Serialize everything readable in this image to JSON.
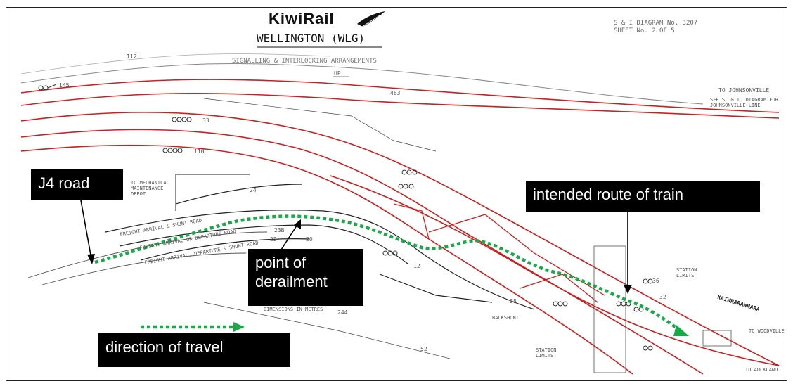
{
  "header": {
    "brand": "KiwiRail",
    "station": "WELLINGTON (WLG)",
    "subtitle": "SIGNALLING & INTERLOCKING ARRANGEMENTS",
    "sheet_line1": "S & I DIAGRAM No. 3207",
    "sheet_line2": "SHEET No. 2 OF 5"
  },
  "annotations": {
    "j4_road": "J4 road",
    "intended_route": "intended route of train",
    "point_of_derailment": "point of derailment",
    "direction_of_travel": "direction of travel"
  },
  "diagram_text": {
    "up": "UP",
    "to_johnsonville": "TO JOHNSONVILLE",
    "see_diagram": "SEE S. & I. DIAGRAM FOR JOHNSONVILLE LINE",
    "to_mechanical": "TO MECHANICAL MAINTENANCE DEPOT",
    "freight_shunt": "FREIGHT ARRIVAL & SHUNT ROAD",
    "freight_departure": "FREIGHT ARRIVAL OR DEPARTURE ROAD",
    "freight_departure_shunt": "FREIGHT ARRIVAL, DEPARTURE & SHUNT ROAD",
    "dimensions": "DIMENSIONS IN METRES",
    "backshunt": "BACKSHUNT",
    "station_limits": "STATION LIMITS",
    "kaiwharawhara": "KAIWHARAWHARA",
    "to_woodville": "TO WOODVILLE",
    "to_auckland": "TO AUCKLAND",
    "n112": "112",
    "n145": "145",
    "n463": "463",
    "n33": "33",
    "n110": "110",
    "n24": "24",
    "n23b": "23B",
    "n22": "22",
    "n20": "20",
    "n12": "12",
    "n28": "28",
    "n32": "32",
    "n36": "36",
    "n244": "244",
    "n52": "52"
  },
  "colors": {
    "track_red": "#cc1f1f",
    "route_green": "#1aa84a",
    "line_black": "#222222",
    "label_bg": "#000000"
  }
}
